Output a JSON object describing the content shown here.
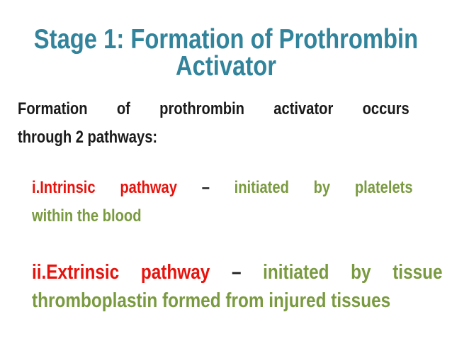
{
  "slide": {
    "background_color": "#ffffff",
    "title": {
      "line1": "Stage 1: Formation of Prothrombin",
      "line2": "Activator",
      "color": "#31849b"
    },
    "intro": {
      "line1": "Formation of prothrombin activator occurs",
      "line2": "through 2 pathways:",
      "color": "#1a1a1a"
    },
    "items": [
      {
        "label": "i.Intrinsic pathway",
        "separator": "–",
        "description_line1": "initiated by platelets",
        "description_line2": "within the blood",
        "label_color": "#e8120c",
        "description_color": "#7a9a40"
      },
      {
        "label": "ii.Extrinsic pathway",
        "separator": "–",
        "description_line1": "initiated by tissue",
        "description_line2": "thromboplastin formed from injured tissues",
        "label_color": "#e8120c",
        "description_color": "#7a9a40"
      }
    ]
  }
}
